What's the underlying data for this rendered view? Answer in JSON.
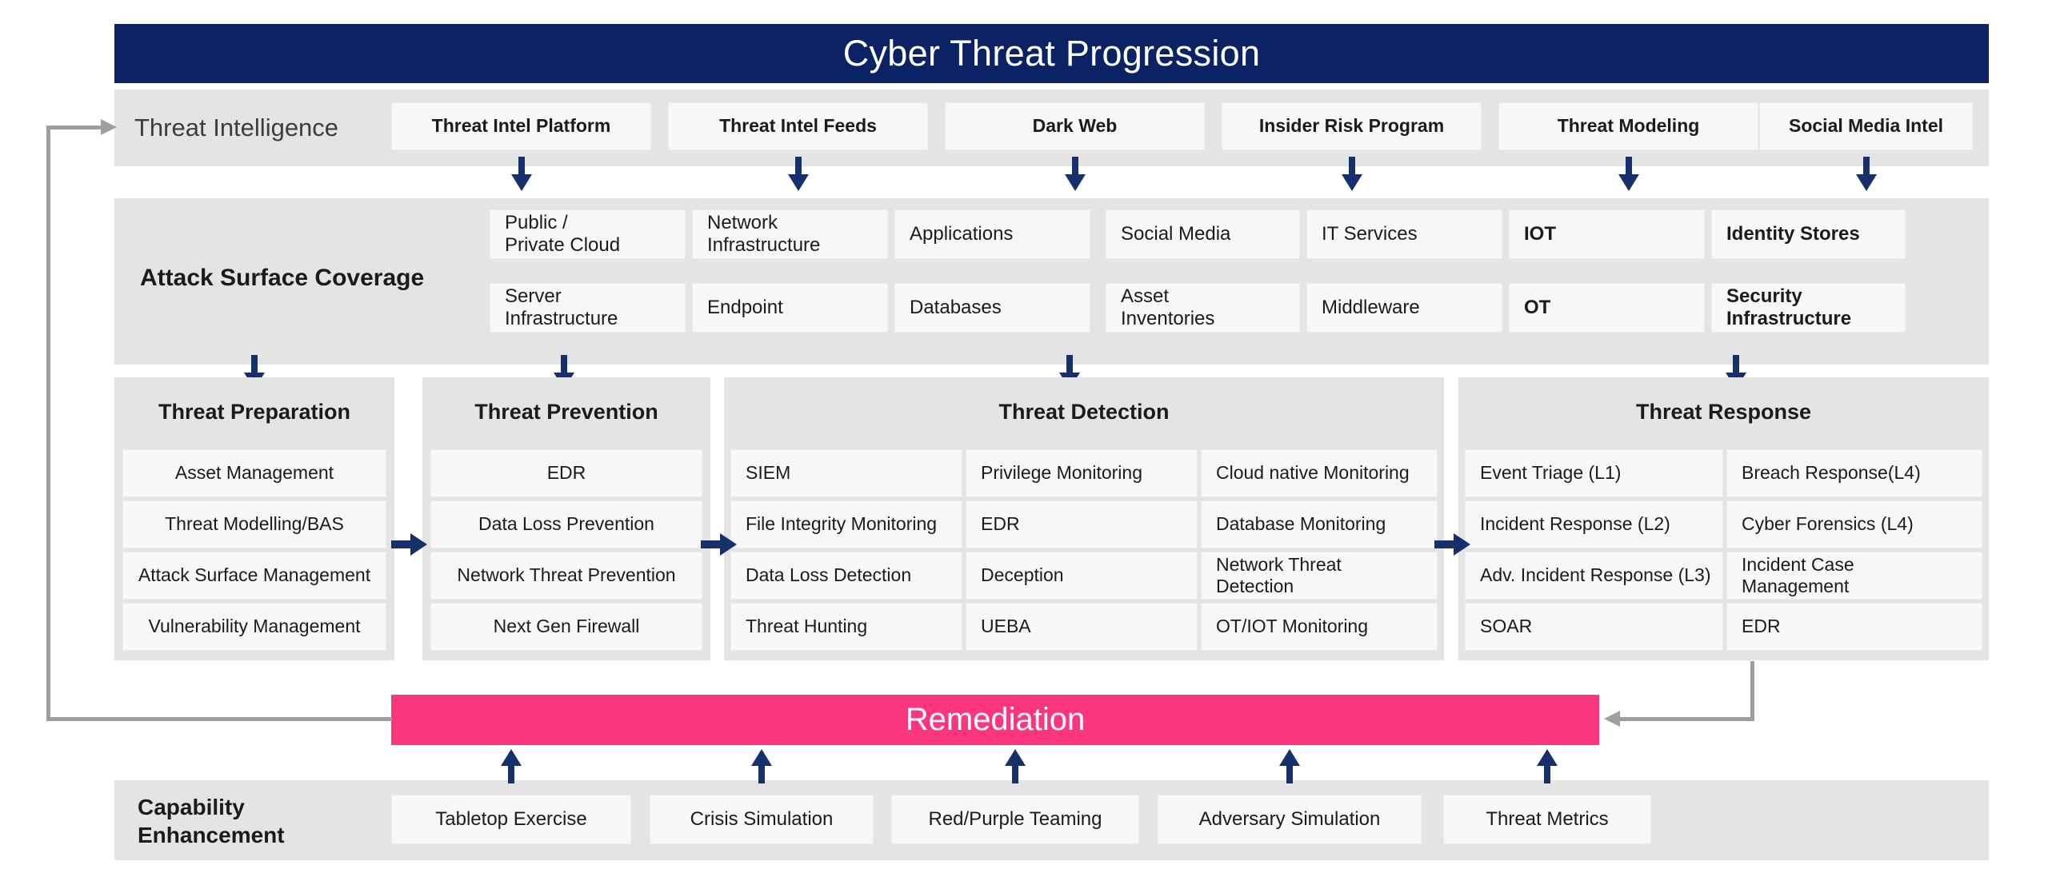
{
  "header": {
    "title": "Cyber Threat Progression"
  },
  "threat_intelligence": {
    "label": "Threat Intelligence",
    "items": [
      "Threat Intel Platform",
      "Threat Intel Feeds",
      "Dark Web",
      "Insider Risk Program",
      "Threat Modeling",
      "Social Media Intel"
    ]
  },
  "attack_surface": {
    "label": "Attack Surface Coverage",
    "top_row": [
      {
        "text": "Public /\nPrivate Cloud",
        "bold": false
      },
      {
        "text": "Network\nInfrastructure",
        "bold": false
      },
      {
        "text": "Applications",
        "bold": false
      },
      {
        "text": "Social Media",
        "bold": false
      },
      {
        "text": "IT Services",
        "bold": false
      },
      {
        "text": "IOT",
        "bold": true
      },
      {
        "text": "Identity Stores",
        "bold": true
      }
    ],
    "bottom_row": [
      {
        "text": "Server\nInfrastructure",
        "bold": false
      },
      {
        "text": "Endpoint",
        "bold": false
      },
      {
        "text": "Databases",
        "bold": false
      },
      {
        "text": "Asset\nInventories",
        "bold": false
      },
      {
        "text": "Middleware",
        "bold": false
      },
      {
        "text": "OT",
        "bold": true
      },
      {
        "text": "Security\nInfrastructure",
        "bold": true
      }
    ]
  },
  "stages": [
    {
      "title": "Threat Preparation",
      "columns": [
        [
          "Asset Management",
          "Threat Modelling/BAS",
          "Attack Surface Management",
          "Vulnerability Management"
        ]
      ],
      "align": "center"
    },
    {
      "title": "Threat Prevention",
      "columns": [
        [
          "EDR",
          "Data Loss Prevention",
          "Network Threat Prevention",
          "Next Gen Firewall"
        ]
      ],
      "align": "center"
    },
    {
      "title": "Threat Detection",
      "columns": [
        [
          "SIEM",
          "File Integrity Monitoring",
          "Data Loss Detection",
          "Threat Hunting"
        ],
        [
          "Privilege Monitoring",
          "EDR",
          "Deception",
          "UEBA"
        ],
        [
          "Cloud native Monitoring",
          "Database Monitoring",
          "Network Threat\nDetection",
          "OT/IOT Monitoring"
        ]
      ],
      "align": "left"
    },
    {
      "title": "Threat Response",
      "columns": [
        [
          "Event Triage (L1)",
          "Incident Response (L2)",
          "Adv. Incident Response (L3)",
          "SOAR"
        ],
        [
          "Breach Response(L4)",
          "Cyber Forensics (L4)",
          "Incident Case\nManagement",
          "EDR"
        ]
      ],
      "align": "left"
    }
  ],
  "remediation": {
    "label": "Remediation"
  },
  "capability_enhancement": {
    "label": "Capability\nEnhancement",
    "items": [
      "Tabletop Exercise",
      "Crisis Simulation",
      "Red/Purple Teaming",
      "Adversary Simulation",
      "Threat Metrics"
    ]
  },
  "colors": {
    "header_navy": "#0b2265",
    "remediation_pink": "#fc357f",
    "band_gray": "#e4e4e4",
    "cell_gray": "#f7f7f7",
    "arrow_navy": "#16306b",
    "feedback_gray": "#9e9e9e"
  },
  "icons": {
    "arrow_down": "arrow-down-icon",
    "arrow_up": "arrow-up-icon",
    "arrow_right": "arrow-right-icon",
    "feedback_arrow": "feedback-arrow-icon"
  }
}
